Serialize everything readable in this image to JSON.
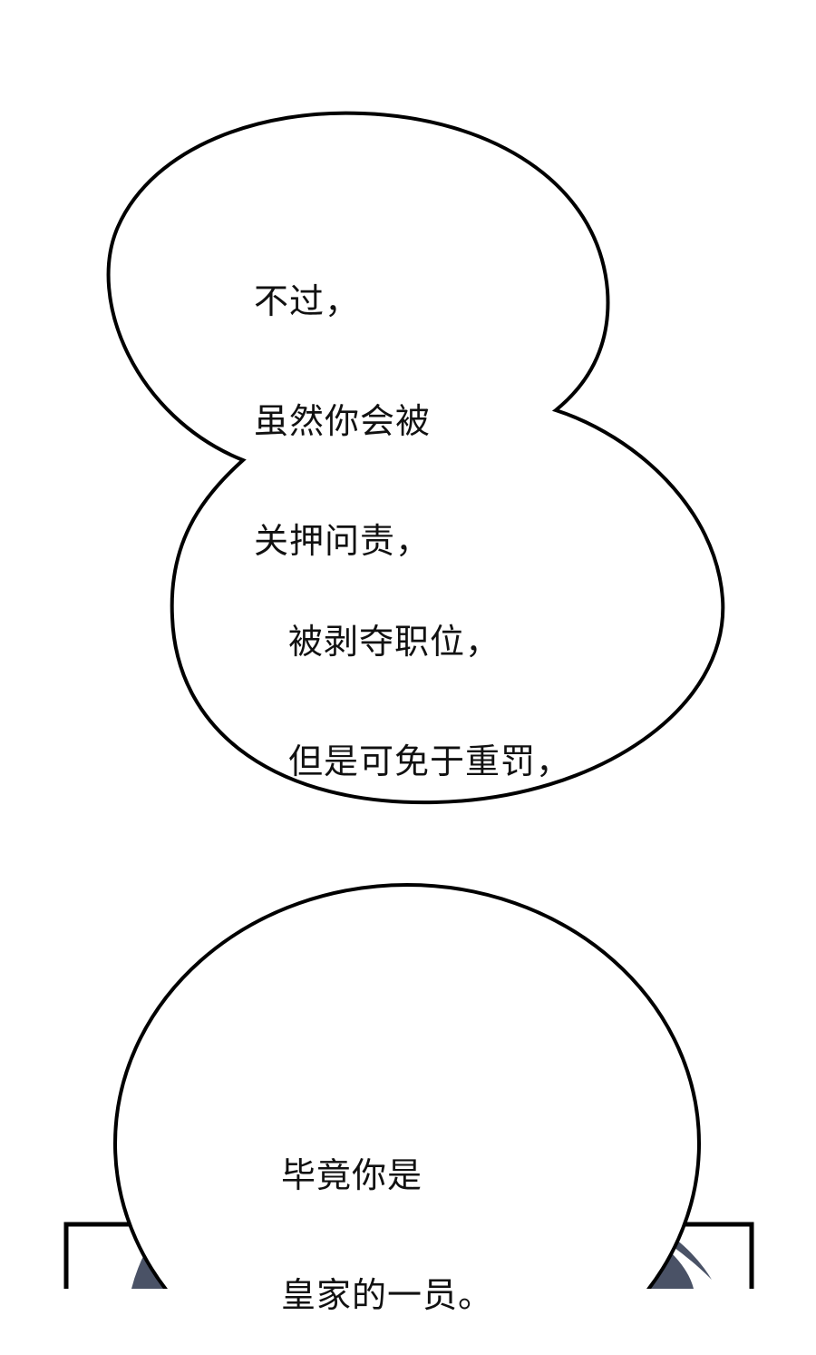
{
  "bubbles": [
    {
      "id": "bubble-1",
      "lines": [
        "不过，",
        "虽然你会被",
        "关押问责，"
      ]
    },
    {
      "id": "bubble-2",
      "lines": [
        "被剥夺职位，",
        "但是可免于重罚，"
      ]
    },
    {
      "id": "bubble-3",
      "lines": [
        "毕竟你是",
        "皇家的一员。"
      ]
    }
  ],
  "colors": {
    "background": "#ffffff",
    "outline": "#000000",
    "text": "#111111",
    "figure": "#4a5266"
  }
}
